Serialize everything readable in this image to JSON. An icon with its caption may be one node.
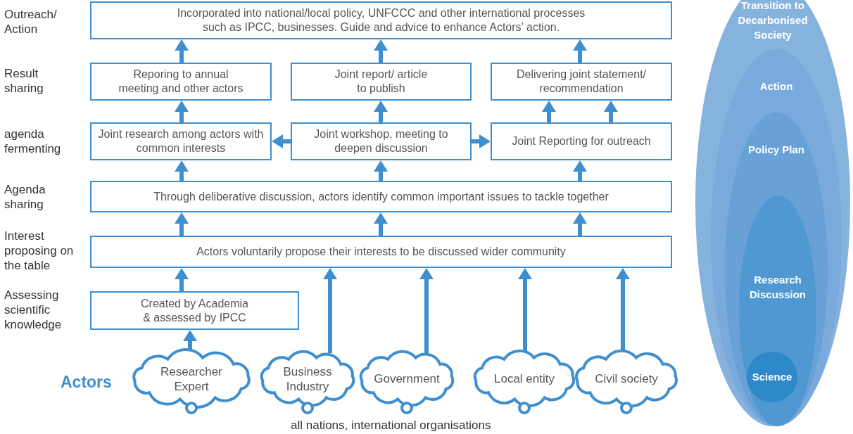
{
  "diagram": {
    "nodes": [
      {
        "text": [
          "Incorporated into national/local policy, UNFCCC and other international processes such as IPCC, businesses. Guide and advice to enhance Actors’ action."
        ]
      },
      {
        "text": [
          "Reporing to annual meeting and other actors"
        ]
      },
      {
        "text": [
          "Joint report/ article to publish"
        ]
      },
      {
        "text": [
          "Delivering joint statement/ recommendation"
        ]
      },
      {
        "text": [
          "Joint research among actors with common interests"
        ]
      },
      {
        "text": [
          "Joint workshop, meeting to deepen discussion"
        ]
      },
      {
        "text": [
          "Joint Reporting for outreach"
        ]
      },
      {
        "text": [
          "Through deliberative discussion, actors identify common important issues to tackle together"
        ]
      },
      {
        "text": [
          "Actors voluntarily propose their interests to be discussed wider community"
        ]
      },
      {
        "text": [
          "Created by Academia & assessed by IPCC"
        ]
      },
      {
        "text": [
          "Researcher Expert"
        ]
      },
      {
        "text": [
          "Business Industry"
        ]
      },
      {
        "text": [
          "Government"
        ]
      },
      {
        "text": [
          "Local entity"
        ]
      },
      {
        "text": [
          "Civil society"
        ]
      },
      {
        "text": [
          "Transition to Decarbonised Society"
        ]
      },
      {
        "text": [
          "Action"
        ],
        "in": 15
      },
      {
        "text": [
          "Policy Plan"
        ],
        "in": 16
      },
      {
        "text": [
          "Research Discussion"
        ],
        "in": 17
      },
      {
        "text": [
          "Science"
        ],
        "in": 18
      }
    ],
    "edges": [
      {
        "from": 1,
        "to": 0,
        "arrow": "to"
      },
      {
        "from": 2,
        "to": 0,
        "arrow": "to"
      },
      {
        "from": 3,
        "to": 0,
        "arrow": "to"
      },
      {
        "from": 4,
        "to": 1,
        "arrow": "to"
      },
      {
        "from": 5,
        "to": 2,
        "arrow": "to"
      },
      {
        "from": 6,
        "to": 3,
        "arrow": "to"
      },
      {
        "from": 6,
        "to": 3,
        "arrow": "to"
      },
      {
        "from": 5,
        "to": 4,
        "arrow": "to"
      },
      {
        "from": 5,
        "to": 6,
        "arrow": "to"
      },
      {
        "from": 7,
        "to": 4,
        "arrow": "to"
      },
      {
        "from": 7,
        "to": 5,
        "arrow": "to"
      },
      {
        "from": 7,
        "to": 6,
        "arrow": "to"
      },
      {
        "from": 8,
        "to": 7,
        "arrow": "to"
      },
      {
        "from": 8,
        "to": 7,
        "arrow": "to"
      },
      {
        "from": 8,
        "to": 7,
        "arrow": "to"
      },
      {
        "from": 9,
        "to": 8,
        "arrow": "to"
      },
      {
        "from": 10,
        "to": 9,
        "arrow": "to"
      },
      {
        "from": 11,
        "to": 8,
        "arrow": "to"
      },
      {
        "from": 12,
        "to": 8,
        "arrow": "to"
      },
      {
        "from": 13,
        "to": 8,
        "arrow": "to"
      },
      {
        "from": 14,
        "to": 8,
        "arrow": "to"
      }
    ],
    "labels": [
      "Outreach/ Action",
      "Result sharing",
      "agenda fermenting",
      "Agenda sharing",
      "Interest proposing on the table",
      "Assessing scientific knowledge",
      "Actors",
      "all nations, international organisations"
    ]
  }
}
